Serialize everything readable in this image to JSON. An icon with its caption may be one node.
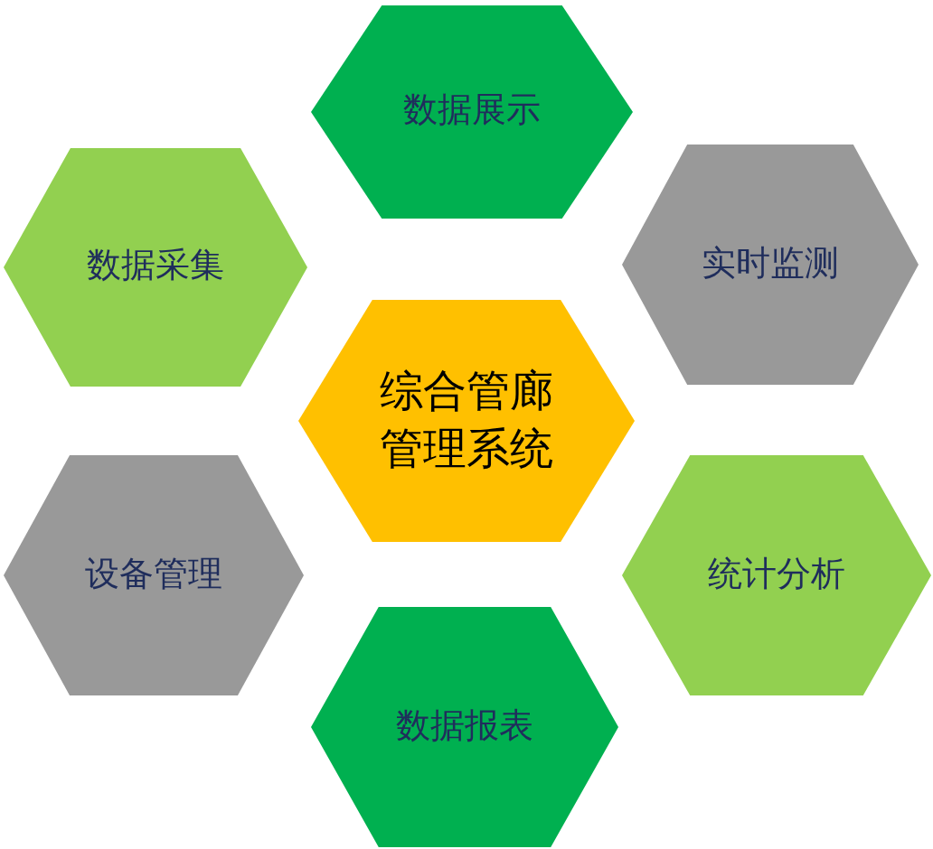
{
  "diagram": {
    "nodes": [
      {
        "text": [
          "数据展示"
        ]
      },
      {
        "text": [
          "数据采集"
        ]
      },
      {
        "text": [
          "实时监测"
        ]
      },
      {
        "text": [
          "综合管廊管理系统"
        ]
      },
      {
        "text": [
          "设备管理"
        ]
      },
      {
        "text": [
          "统计分析"
        ]
      },
      {
        "text": [
          "数据报表"
        ]
      }
    ]
  }
}
